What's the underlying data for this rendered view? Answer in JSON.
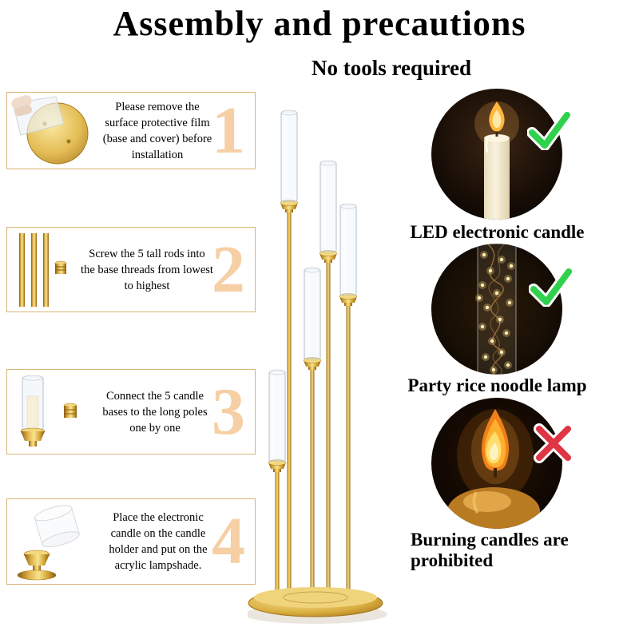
{
  "page": {
    "title": "Assembly and precautions",
    "subtitle": "No tools required"
  },
  "steps": [
    {
      "number": "1",
      "text": "Please remove the surface protective film (base and cover) before installation"
    },
    {
      "number": "2",
      "text": "Screw the 5 tall rods into the base threads from lowest to highest"
    },
    {
      "number": "3",
      "text": "Connect the 5 candle bases to the long poles one by one"
    },
    {
      "number": "4",
      "text": "Place the electronic candle on the candle holder and put on the acrylic lampshade."
    }
  ],
  "usage_rules": [
    {
      "label": "LED electronic candle",
      "status": "allowed",
      "icon": "check-icon"
    },
    {
      "label": "Party rice noodle lamp",
      "status": "allowed",
      "icon": "check-icon"
    },
    {
      "label": "Burning candles are prohibited",
      "status": "prohibited",
      "icon": "cross-icon"
    }
  ],
  "colors": {
    "gold_accent": "#d4a437",
    "step_border": "#d9b475",
    "step_number": "#f6cfa4",
    "check_green": "#2fd14d",
    "cross_red": "#e03545"
  }
}
